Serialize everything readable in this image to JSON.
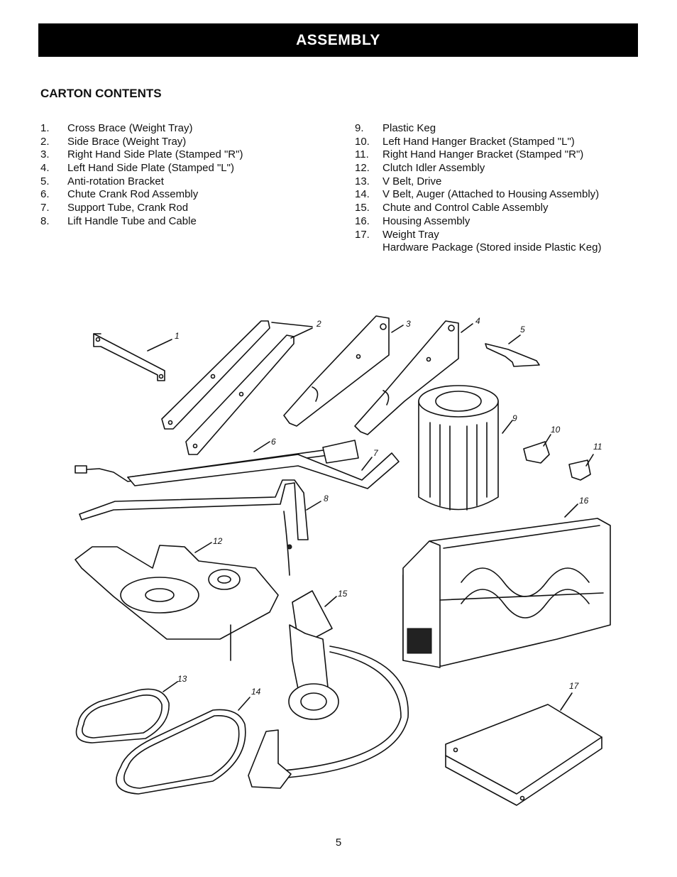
{
  "header": {
    "title": "ASSEMBLY"
  },
  "section": {
    "title": "CARTON CONTENTS"
  },
  "items_left": [
    {
      "num": "1.",
      "label": "Cross Brace (Weight Tray)"
    },
    {
      "num": "2.",
      "label": "Side Brace (Weight Tray)"
    },
    {
      "num": "3.",
      "label": "Right Hand Side Plate (Stamped \"R\")"
    },
    {
      "num": "4.",
      "label": "Left Hand Side Plate (Stamped \"L\")"
    },
    {
      "num": "5.",
      "label": "Anti-rotation Bracket"
    },
    {
      "num": "6.",
      "label": "Chute Crank Rod Assembly"
    },
    {
      "num": "7.",
      "label": "Support Tube, Crank Rod"
    },
    {
      "num": "8.",
      "label": "Lift Handle Tube and Cable"
    }
  ],
  "items_right": [
    {
      "num": "9.",
      "label": "Plastic Keg"
    },
    {
      "num": "10.",
      "label": "Left Hand Hanger Bracket (Stamped \"L\")"
    },
    {
      "num": "11.",
      "label": "Right Hand Hanger Bracket (Stamped \"R\")"
    },
    {
      "num": "12.",
      "label": "Clutch Idler Assembly"
    },
    {
      "num": "13.",
      "label": "V Belt, Drive"
    },
    {
      "num": "14.",
      "label": "V Belt, Auger (Attached to Housing Assembly)"
    },
    {
      "num": "15.",
      "label": "Chute and Control Cable Assembly"
    },
    {
      "num": "16.",
      "label": "Housing Assembly"
    },
    {
      "num": "17.",
      "label": "Weight Tray"
    },
    {
      "num": "",
      "label": "Hardware Package (Stored inside Plastic Keg)"
    }
  ],
  "figure": {
    "callouts": [
      "1",
      "2",
      "3",
      "4",
      "5",
      "6",
      "7",
      "8",
      "9",
      "10",
      "11",
      "12",
      "13",
      "14",
      "15",
      "16",
      "17"
    ]
  },
  "footer": {
    "page_number": "5"
  }
}
